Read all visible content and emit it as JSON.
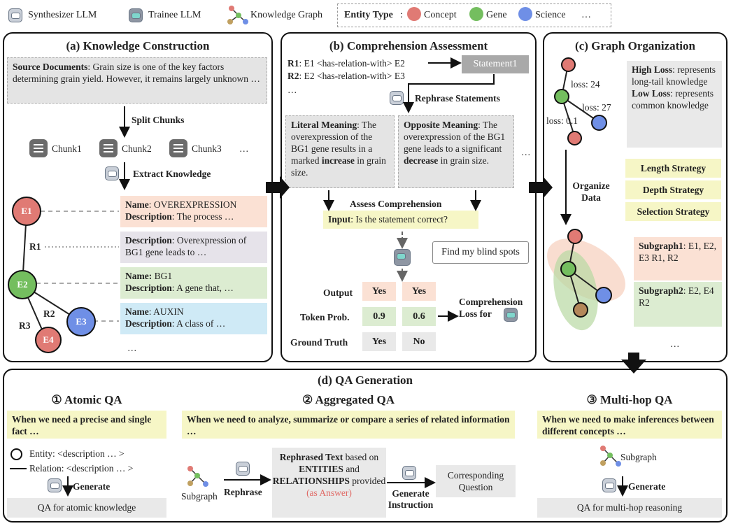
{
  "legend": {
    "synth": "Synthesizer LLM",
    "trainee": "Trainee LLM",
    "kg": "Knowledge Graph",
    "entity_type": "Entity Type",
    "concept": "Concept",
    "gene": "Gene",
    "science": "Science",
    "more": "…",
    "colors": {
      "concept": "#e07a74",
      "gene": "#74be5f",
      "science": "#6f8fe6"
    }
  },
  "a": {
    "title": "(a) Knowledge Construction",
    "source_label": "Source Documents",
    "source_text": ": Grain size is one of the key factors determining grain yield. However, it remains largely unknown …",
    "split": "Split Chunks",
    "chunk1": "Chunk1",
    "chunk2": "Chunk2",
    "chunk3": "Chunk3",
    "chunk_more": "…",
    "extract": "Extract Knowledge",
    "e1": "E1",
    "e2": "E2",
    "e3": "E3",
    "e4": "E4",
    "r1": "R1",
    "r2": "R2",
    "r3": "R3",
    "card1_name_l": "Name",
    "card1_name": ": OVEREXPRESSION",
    "card1_desc_l": "Description",
    "card1_desc": ": The process …",
    "card2_desc_l": "Description",
    "card2_desc": ": Overexpression of BG1 gene leads to …",
    "card3_name_l": "Name:",
    "card3_name": " BG1",
    "card3_desc_l": "Description",
    "card3_desc": ": A gene that, …",
    "card4_name_l": "Name",
    "card4_name": ": AUXIN",
    "card4_desc_l": "Description",
    "card4_desc": ": A class of …",
    "more": "…"
  },
  "b": {
    "title": "(b) Comprehension Assessment",
    "r1_l": "R1",
    "r1": ": E1 <has-relation-with> E2",
    "r2_l": "R2",
    "r2": ": E2 <has-relation-with> E3",
    "more": "…",
    "statement": "Statement1",
    "rephrase": "Rephrase Statements",
    "literal_l": "Literal Meaning",
    "literal_a": ": The overexpression of the BG1 gene results in a marked ",
    "literal_b": "increase",
    "literal_c": " in grain size.",
    "opp_l": "Opposite Meaning",
    "opp_a": ": The overexpression of the BG1 gene leads to a significant ",
    "opp_b": "decrease",
    "opp_c": " in grain size.",
    "ell": "…",
    "assess": "Assess Comprehension",
    "input_l": "Input",
    "input": ": Is the statement correct?",
    "blind": "Find my blind spots",
    "output": "Output",
    "yes1": "Yes",
    "yes2": "Yes",
    "token": "Token Prob.",
    "p1": "0.9",
    "p2": "0.6",
    "gt": "Ground Truth",
    "gt1": "Yes",
    "gt2": "No",
    "loss": "Comprehension Loss for"
  },
  "c": {
    "title": "(c) Graph Organization",
    "loss24": "loss: 24",
    "loss27": "loss: 27",
    "loss01": "loss: 0.1",
    "high_l": "High Loss",
    "high": ": represents long-tail knowledge",
    "low_l": "Low Loss",
    "low": ": represents common knowledge",
    "organize": "Organize Data",
    "length": "Length Strategy",
    "depth": "Depth Strategy",
    "selection": "Selection Strategy",
    "sg1_l": "Subgraph1",
    "sg1": ": E1, E2, E3 R1, R2",
    "sg2_l": "Subgraph2",
    "sg2": ": E2, E4 R2",
    "more": "…"
  },
  "d": {
    "title": "(d) QA Generation",
    "atomic": "① Atomic QA",
    "aggregated": "② Aggregated QA",
    "multihop": "③ Multi-hop QA",
    "atomic_when": "When we need a precise and single fact …",
    "agg_when": "When we need to analyze, summarize or compare a series of related information …",
    "multi_when": "When we need to make inferences between different concepts …",
    "entity": "Entity: <description … >",
    "relation": "Relation: <description … >",
    "generate": "Generate",
    "atomic_out": "QA for atomic knowledge",
    "subgraph": "Subgraph",
    "rephrase": "Rephrase",
    "rt_a": "Rephrased Text",
    "rt_b": " based on ",
    "rt_c": "ENTITIES",
    "rt_d": " and ",
    "rt_e": "RELATIONSHIPS",
    "rt_f": " provided",
    "rt_g": "(as Answer)",
    "gen_instr": "Generate Instruction",
    "corr_q": "Corresponding Question",
    "subgraph2": "Subgraph",
    "generate2": "Generate",
    "multi_out": "QA for multi-hop reasoning"
  }
}
